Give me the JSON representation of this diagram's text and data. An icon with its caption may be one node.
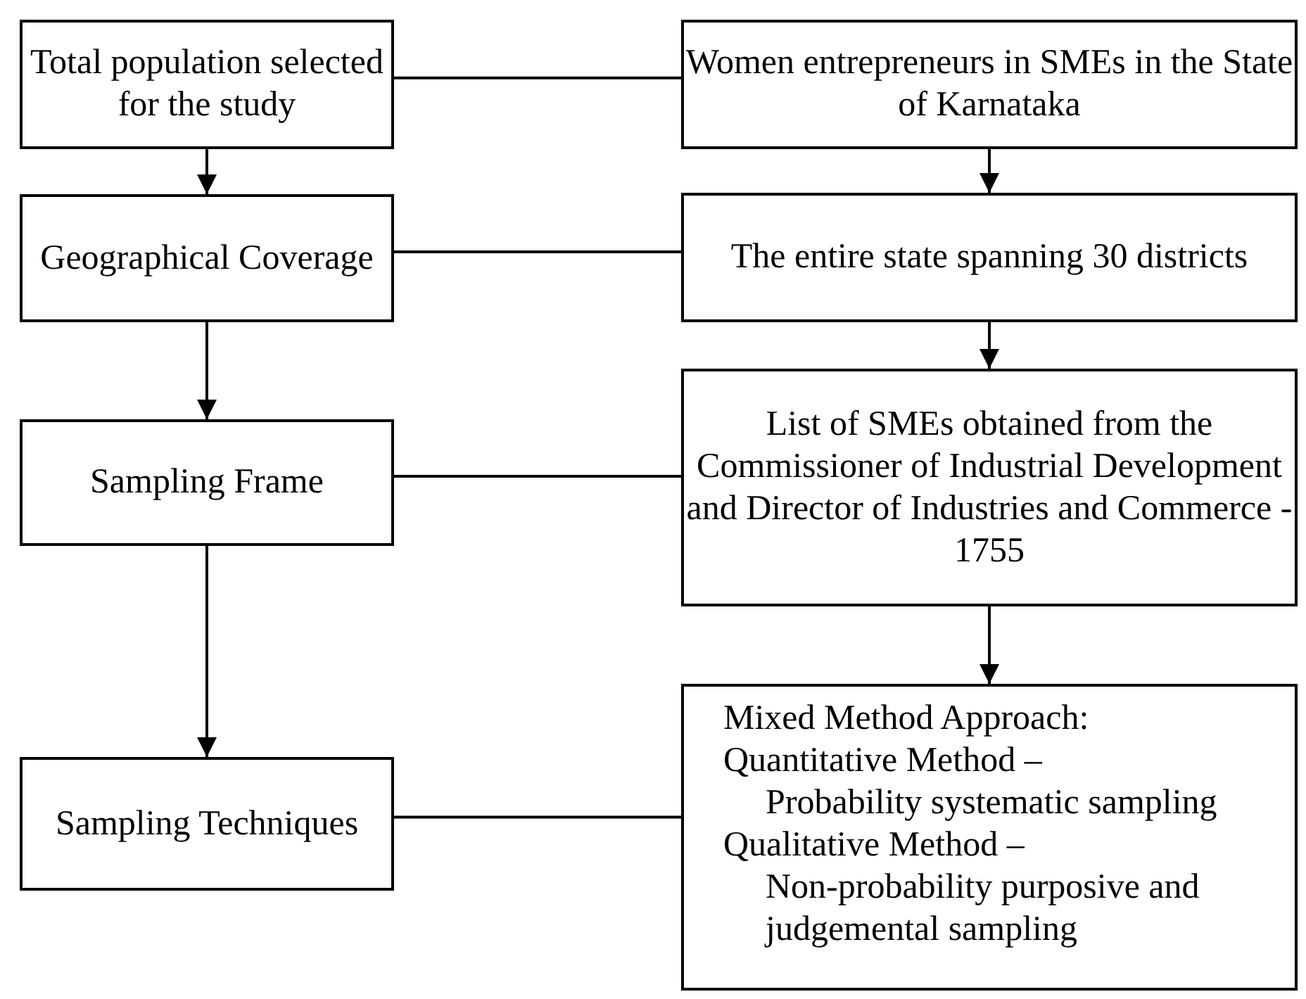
{
  "diagram": {
    "nodes": [
      {
        "text": [
          "Total population selected for the study"
        ]
      },
      {
        "text": [
          "Geographical Coverage"
        ]
      },
      {
        "text": [
          "Sampling Frame"
        ]
      },
      {
        "text": [
          "Sampling Techniques"
        ]
      },
      {
        "text": [
          "Women entrepreneurs in SMEs in the State of Karnataka"
        ]
      },
      {
        "text": [
          "The entire state spanning 30 districts"
        ]
      },
      {
        "text": [
          "List of SMEs obtained from the Commissioner of Industrial Development and Director of Industries and Commerce - 1755"
        ]
      },
      {
        "text": [
          "Mixed Method Approach:",
          "Quantitative Method –",
          "Probability systematic sampling",
          "Qualitative Method –",
          "Non-probability purposive and judgemental sampling"
        ]
      }
    ],
    "edges": [
      {
        "from": 0,
        "to": 4,
        "arrow": "none"
      },
      {
        "from": 1,
        "to": 5,
        "arrow": "none"
      },
      {
        "from": 2,
        "to": 6,
        "arrow": "none"
      },
      {
        "from": 3,
        "to": 7,
        "arrow": "none"
      },
      {
        "from": 0,
        "to": 1,
        "arrow": "to"
      },
      {
        "from": 1,
        "to": 2,
        "arrow": "to"
      },
      {
        "from": 2,
        "to": 3,
        "arrow": "to"
      },
      {
        "from": 4,
        "to": 5,
        "arrow": "to"
      },
      {
        "from": 5,
        "to": 6,
        "arrow": "to"
      },
      {
        "from": 6,
        "to": 7,
        "arrow": "to"
      }
    ]
  }
}
